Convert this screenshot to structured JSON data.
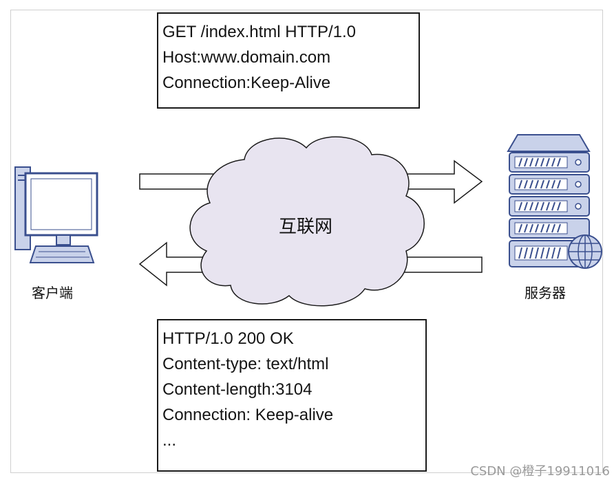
{
  "request_box": {
    "lines": [
      "GET /index.html HTTP/1.0",
      "Host:www.domain.com",
      "Connection:Keep-Alive"
    ]
  },
  "response_box": {
    "lines": [
      "HTTP/1.0 200 OK",
      "Content-type: text/html",
      "Content-length:3104",
      "Connection: Keep-alive",
      "..."
    ]
  },
  "client": {
    "label": "客户端",
    "icon": "desktop-computer-icon"
  },
  "server": {
    "label": "服务器",
    "icon": "server-rack-globe-icon"
  },
  "network": {
    "label": "互联网",
    "icon": "cloud-icon"
  },
  "watermark": "CSDN @橙子19911016",
  "colors": {
    "device_blue": "#3a4f8e",
    "device_fill": "#c9d2ea",
    "cloud_fill": "#e8e4f0",
    "stroke": "#1a1a1a"
  }
}
